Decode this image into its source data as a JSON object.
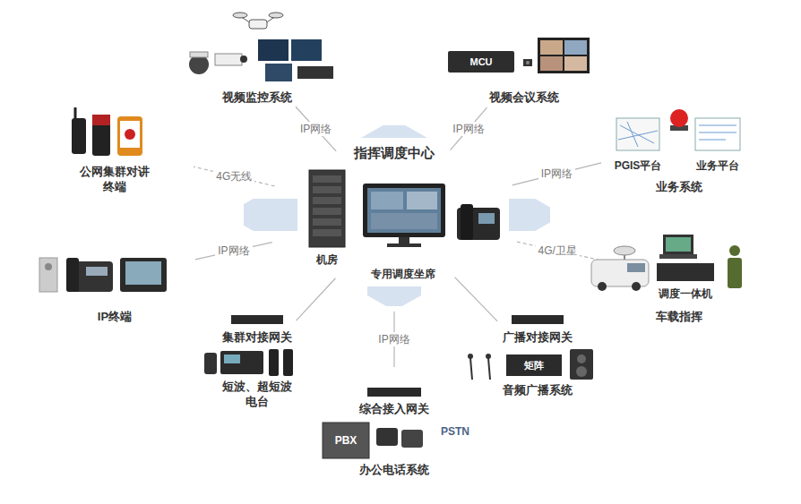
{
  "diagram": {
    "nodes": [
      {
        "text": [
          "视频监控系统"
        ]
      },
      {
        "text": [
          "视频会议系统"
        ]
      },
      {
        "text": [
          "公网集群对讲 终端"
        ]
      },
      {
        "text": [
          "业务系统"
        ]
      },
      {
        "text": [
          "指挥调度中心"
        ]
      },
      {
        "text": [
          "IP终端"
        ]
      },
      {
        "text": [
          "车载指挥"
        ]
      },
      {
        "text": [
          "集群对接网关",
          "短波、超短波 电台"
        ]
      },
      {
        "text": [
          "广播对接网关",
          "音频广播系统"
        ]
      },
      {
        "text": [
          "综合接入网关",
          "办公电话系统"
        ]
      },
      {
        "text": [
          "PSTN"
        ],
        "in": 9
      }
    ],
    "edges": [
      {
        "from": 4,
        "to": 0,
        "label": "IP网络",
        "arrow": "none"
      },
      {
        "from": 4,
        "to": 1,
        "label": "IP网络",
        "arrow": "none"
      },
      {
        "from": 4,
        "to": 2,
        "label": "4G无线",
        "arrow": "none"
      },
      {
        "from": 4,
        "to": 3,
        "label": "IP网络",
        "arrow": "none"
      },
      {
        "from": 4,
        "to": 5,
        "label": "IP网络",
        "arrow": "none"
      },
      {
        "from": 4,
        "to": 6,
        "label": "4G/卫星",
        "arrow": "none"
      },
      {
        "from": 4,
        "to": 7,
        "arrow": "none"
      },
      {
        "from": 4,
        "to": 8,
        "arrow": "none"
      },
      {
        "from": 4,
        "to": 9,
        "label": "IP网络",
        "arrow": "none"
      }
    ],
    "labels": [
      "MCU",
      "PGIS平台",
      "业务平台",
      "机房",
      "专用调度坐席",
      "调度一体机",
      "矩阵",
      "PBX"
    ]
  }
}
